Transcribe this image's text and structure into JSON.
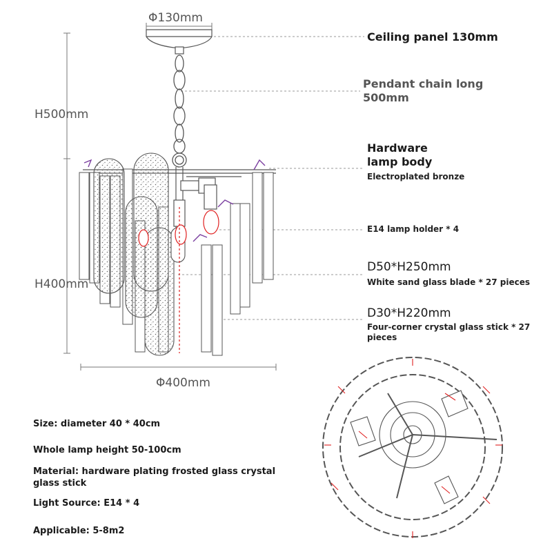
{
  "dimensions": {
    "ceiling_diameter": "Φ130mm",
    "total_height": "H500mm",
    "body_height": "H400mm",
    "body_diameter": "Φ400mm"
  },
  "callouts": {
    "ceiling_panel": "Ceiling panel 130mm",
    "chain_line1": "Pendant chain long",
    "chain_line2": "500mm",
    "hardware_line1": "Hardware",
    "hardware_line2": "lamp body",
    "hardware_sub": "Electroplated bronze",
    "lamp_holder": "E14 lamp holder * 4",
    "blade_dim": "D50*H250mm",
    "blade_desc": "White sand glass blade * 27 pieces",
    "stick_dim": "D30*H220mm",
    "stick_desc_line1": "Four-corner crystal glass stick * 27",
    "stick_desc_line2": "pieces"
  },
  "specs": {
    "size": "Size: diameter 40 * 40cm",
    "height": "Whole lamp height 50-100cm",
    "material_line1": "Material: hardware plating frosted glass crystal",
    "material_line2": "glass stick",
    "light_source": "Light Source: E14 * 4",
    "applicable": "Applicable: 5-8m2"
  },
  "colors": {
    "line": "#555555",
    "dashed": "#8a8a8a",
    "accent_red": "#e02020",
    "purple": "#7b3fa0"
  }
}
